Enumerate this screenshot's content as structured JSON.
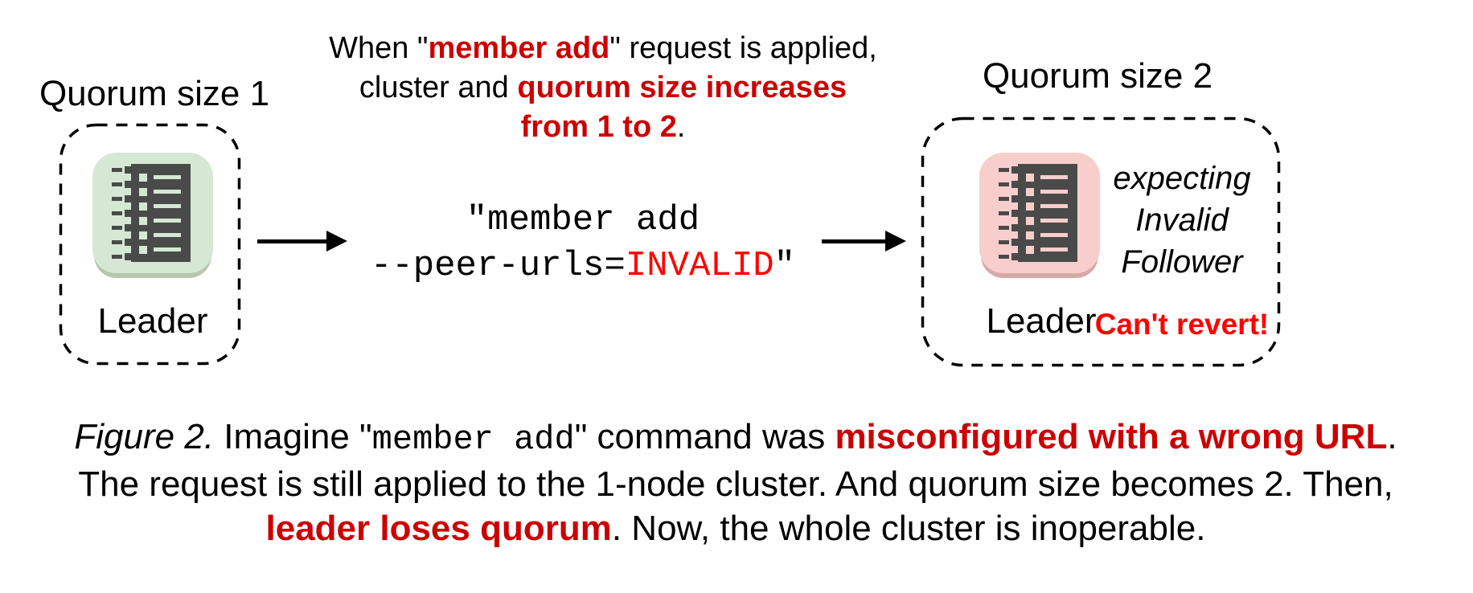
{
  "colors": {
    "accent_red": "#cc0000",
    "bright_red": "#ff0000",
    "green_fill": "#d5e8d4",
    "green_lip": "#b7c6ac",
    "pink_fill": "#f8cecc",
    "pink_lip": "#d6a8a6",
    "glyph_dark": "#4a4a4a"
  },
  "left_cluster": {
    "title": "Quorum size 1",
    "node_label": "Leader"
  },
  "right_cluster": {
    "title": "Quorum size 2",
    "node_label": "Leader",
    "expecting_line1": "expecting",
    "expecting_line2": "Invalid",
    "expecting_line3": "Follower",
    "warning": "Can't revert!"
  },
  "top_note": {
    "l1a": "When \"",
    "l1b": "member add",
    "l1c": "\" request is applied,",
    "l2a": "cluster and ",
    "l2b": "quorum size increases",
    "l3a": "from 1 to 2",
    "l3b": "."
  },
  "command": {
    "line1": "\"member add",
    "line2_prefix": "--peer-urls=",
    "line2_invalid": "INVALID",
    "line2_suffix": "\""
  },
  "caption": {
    "l1_fig": "Figure 2.",
    "l1a": " Imagine \"",
    "l1_mono": "member add",
    "l1b": "\" command was ",
    "l1_red": "misconfigured with a wrong URL",
    "l1c": ".",
    "l2": "The request is still applied to the 1-node cluster. And quorum size becomes 2. Then,",
    "l3_red": "leader loses quorum",
    "l3a": ". Now, the whole cluster is inoperable."
  }
}
